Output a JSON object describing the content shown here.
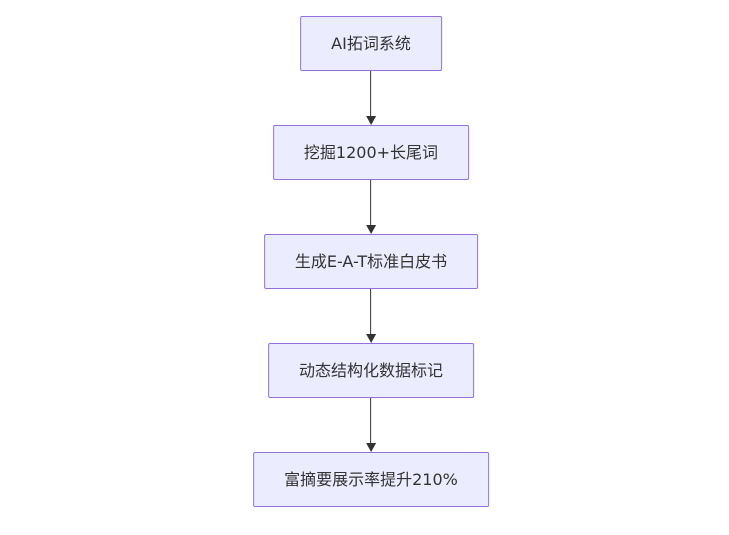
{
  "diagram": {
    "type": "flowchart-top-down",
    "colors": {
      "node_fill": "#ECECFF",
      "node_border": "#9370DB",
      "arrow": "#333333",
      "text": "#333333",
      "background": "#ffffff"
    },
    "nodes": [
      {
        "label": "AI拓词系统"
      },
      {
        "label": "挖掘1200+长尾词"
      },
      {
        "label": "生成E-A-T标准白皮书"
      },
      {
        "label": "动态结构化数据标记"
      },
      {
        "label": "富摘要展示率提升210%"
      }
    ]
  }
}
